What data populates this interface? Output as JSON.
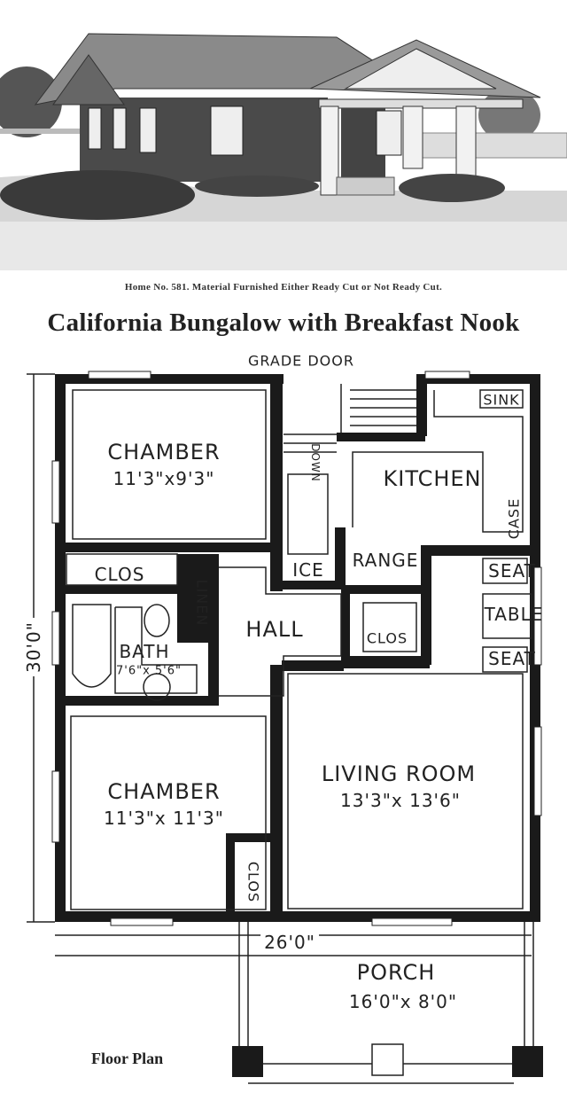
{
  "caption": "Home No. 581.   Material Furnished Either Ready Cut or Not Ready Cut.",
  "title": "California Bungalow with Breakfast Nook",
  "plan": {
    "grade_door": "GRADE DOOR",
    "chamber1": {
      "name": "CHAMBER",
      "size": "11'3\"x9'3\""
    },
    "kitchen": "KITCHEN",
    "sink": "SINK",
    "case": "CASE",
    "down": "DOWN",
    "ice": "ICE",
    "range": "RANGE",
    "seat_top": "SEAT",
    "table": "TABLE",
    "seat_bottom": "SEAT",
    "clos_bedroom1": "CLOS",
    "linen": "LINEN",
    "hall": "HALL",
    "bath": {
      "name": "BATH",
      "size": "7'6\"x 5'6\""
    },
    "clos_hall": "CLOS",
    "living_room": {
      "name": "LIVING ROOM",
      "size": "13'3\"x 13'6\""
    },
    "chamber2": {
      "name": "CHAMBER",
      "size": "11'3\"x 11'3\""
    },
    "clos_bedroom2": "CLOS",
    "width_dim": "26'0\"",
    "depth_dim": "30'0\"",
    "porch": {
      "name": "PORCH",
      "size": "16'0\"x 8'0\""
    }
  },
  "floor_plan_label": "Floor Plan"
}
